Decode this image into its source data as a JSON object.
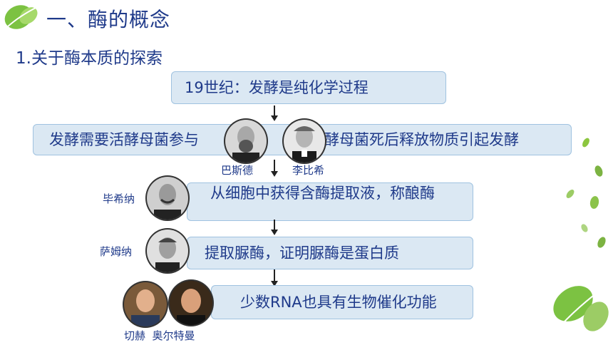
{
  "heading": "一、酶的概念",
  "subheading": "1.关于酶本质的探索",
  "steps": [
    {
      "text": "19世纪：发酵是纯化学过程"
    },
    {
      "text_left": "发酵需要活酵母菌参与",
      "text_right": "酵母菌死后释放物质引起发酵"
    },
    {
      "text": "从细胞中获得含酶提取液，称酿酶"
    },
    {
      "text": "提取脲酶，证明脲酶是蛋白质"
    },
    {
      "text": "少数RNA也具有生物催化功能"
    }
  ],
  "people": {
    "pasteur": "巴斯德",
    "liebig": "李比希",
    "buchner": "毕希纳",
    "sumner": "萨姆纳",
    "cech_altman": "切赫  奥尔特曼"
  }
}
